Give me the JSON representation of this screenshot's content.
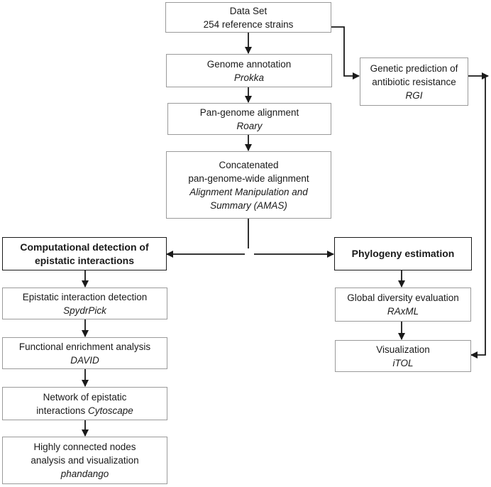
{
  "colors": {
    "box_border": "#9a9a9a",
    "bold_border": "#1a1a1a",
    "arrow": "#1a1a1a",
    "text": "#1a1a1a"
  },
  "nodes": {
    "dataset": {
      "line1": "Data Set",
      "line2": "254  reference strains"
    },
    "annotation": {
      "line1": "Genome annotation",
      "tool": "Prokka"
    },
    "pangenome": {
      "line1": "Pan-genome alignment",
      "tool": "Roary"
    },
    "concat": {
      "line1": "Concatenated",
      "line2": "pan-genome-wide alignment",
      "tool1": "Alignment Manipulation and",
      "tool2": "Summary (AMAS)"
    },
    "resistance": {
      "line1": "Genetic prediction of",
      "line2": "antibiotic resistance",
      "tool": "RGI"
    },
    "epistatic_detection": {
      "line1": "Computational detection of",
      "line2": "epistatic interactions"
    },
    "phylogeny": {
      "line1": "Phylogeny estimation"
    },
    "spydrpick": {
      "line1": "Epistatic  interaction detection",
      "tool": "SpydrPick"
    },
    "david": {
      "line1": "Functional enrichment analysis",
      "tool": "DAVID"
    },
    "network": {
      "line1": "Network of epistatic",
      "line2": "interactions",
      "tool": "Cytoscape"
    },
    "phandango": {
      "line1": "Highly connected nodes",
      "line2": "analysis and visualization",
      "tool": "phandango"
    },
    "raxml": {
      "line1": "Global diversity evaluation",
      "tool": "RAxML"
    },
    "itol": {
      "line1": "Visualization",
      "tool": "iTOL"
    }
  }
}
